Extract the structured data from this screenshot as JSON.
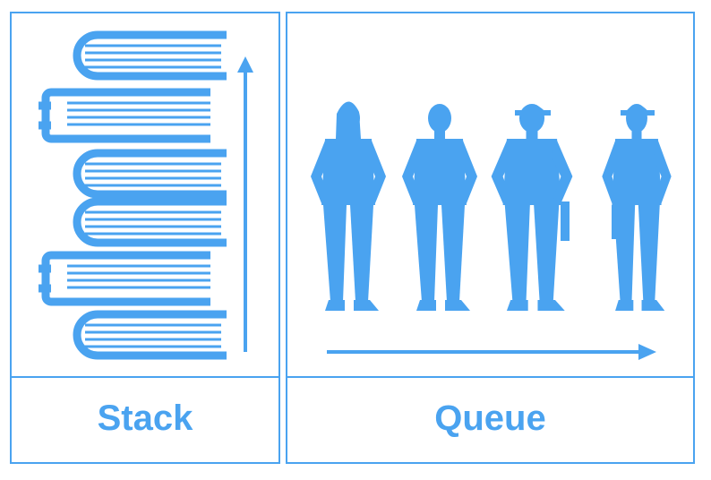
{
  "colors": {
    "accent": "#4aa3f0",
    "background": "#ffffff"
  },
  "stack": {
    "label": "Stack",
    "item_icon": "book-icon",
    "item_count": 6,
    "direction_icon": "arrow-up-icon"
  },
  "queue": {
    "label": "Queue",
    "item_icon": "person-silhouette-icon",
    "item_count": 4,
    "direction_icon": "arrow-right-icon"
  }
}
